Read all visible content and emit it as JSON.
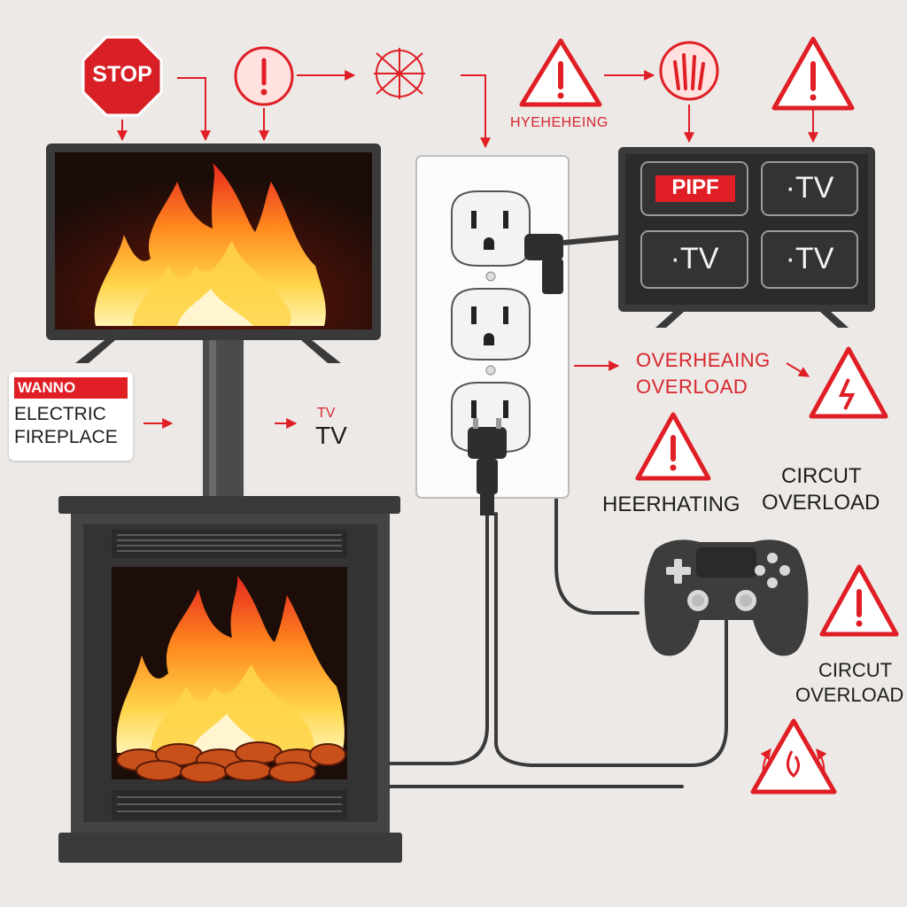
{
  "colors": {
    "background": "#ece9e6",
    "warning_red": "#e01e25",
    "device_dark": "#3a3a3a",
    "flame_orange": "#ff8a1f",
    "flame_yellow": "#ffd54a"
  },
  "top_signs": {
    "stop": "STOP",
    "overheating_caption": "HYEHEHEING"
  },
  "monitor_panel": {
    "tiles": [
      "PIPF",
      "·TV",
      "·TV",
      "·TV"
    ]
  },
  "left_warning_card": {
    "title": "WANNO",
    "line1": "ELECTRIC",
    "line2": "FIREPLACE"
  },
  "arrow_tv_label": {
    "small": "TV",
    "large": "TV"
  },
  "right_labels": {
    "overheating": "OVERHEAING",
    "overload": "OVERLOAD",
    "heerhating": "HEERHATING",
    "circuit_1": "CIRCUT",
    "overload_1": "OVERLOAD",
    "circuit_2": "CIRCUT",
    "overload_2": "OVERLOAD"
  },
  "icons": [
    "stop-sign-icon",
    "exclamation-circle-icon",
    "spark-burst-icon",
    "warning-triangle-icon",
    "hand-circle-icon",
    "flame-triangle-icon",
    "electrical-outlet-icon",
    "game-controller-icon",
    "power-plug-icon"
  ]
}
